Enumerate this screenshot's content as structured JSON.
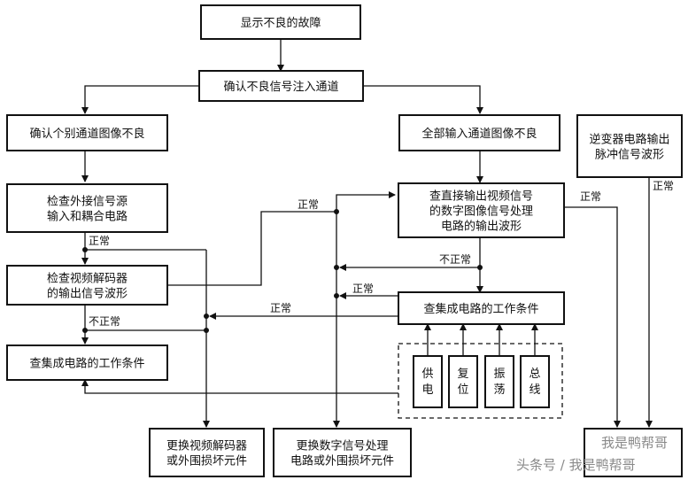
{
  "nodes": {
    "start": {
      "lines": [
        "显示不良的故障"
      ]
    },
    "confirm_channel": {
      "lines": [
        "确认不良信号注入通道"
      ]
    },
    "single_channel": {
      "lines": [
        "确认个别通道图像不良"
      ]
    },
    "all_channels": {
      "lines": [
        "全部输入通道图像不良"
      ]
    },
    "inverter": {
      "lines": [
        "逆变器电路输出",
        "脉冲信号波形"
      ]
    },
    "check_external": {
      "lines": [
        "检查外接信号源",
        "输入和耦合电路"
      ]
    },
    "check_output": {
      "lines": [
        "查直接输出视频信号",
        "的数字图像信号处理",
        "电路的输出波形"
      ]
    },
    "check_decoder": {
      "lines": [
        "检查视频解码器",
        "的输出信号波形"
      ]
    },
    "check_ic_right": {
      "lines": [
        "查集成电路的工作条件"
      ]
    },
    "check_ic_left": {
      "lines": [
        "查集成电路的工作条件"
      ]
    },
    "replace_decoder": {
      "lines": [
        "更换视频解码器",
        "或外围损坏元件"
      ]
    },
    "replace_digital": {
      "lines": [
        "更换数字信号处理",
        "电路或外围损坏元件"
      ]
    },
    "last_box": {
      "lines": [
        ""
      ]
    }
  },
  "conditions": [
    {
      "name": "power",
      "chars": [
        "供",
        "电"
      ]
    },
    {
      "name": "reset",
      "chars": [
        "复",
        "位"
      ]
    },
    {
      "name": "oscillation",
      "chars": [
        "振",
        "荡"
      ]
    },
    {
      "name": "bus",
      "chars": [
        "总",
        "线"
      ]
    }
  ],
  "labels": {
    "normal_external": "正常",
    "abnormal_decoder": "不正常",
    "normal_decoder": "正常",
    "normal_top": "正常",
    "abnormal_output": "不正常",
    "normal_ic1": "正常",
    "normal_ic2": "正常",
    "normal_right": "正常",
    "normal_inverter": "正常"
  },
  "watermark": {
    "top": "我是鸭帮哥",
    "bottom": "头条号 / 我是鸭帮哥"
  }
}
